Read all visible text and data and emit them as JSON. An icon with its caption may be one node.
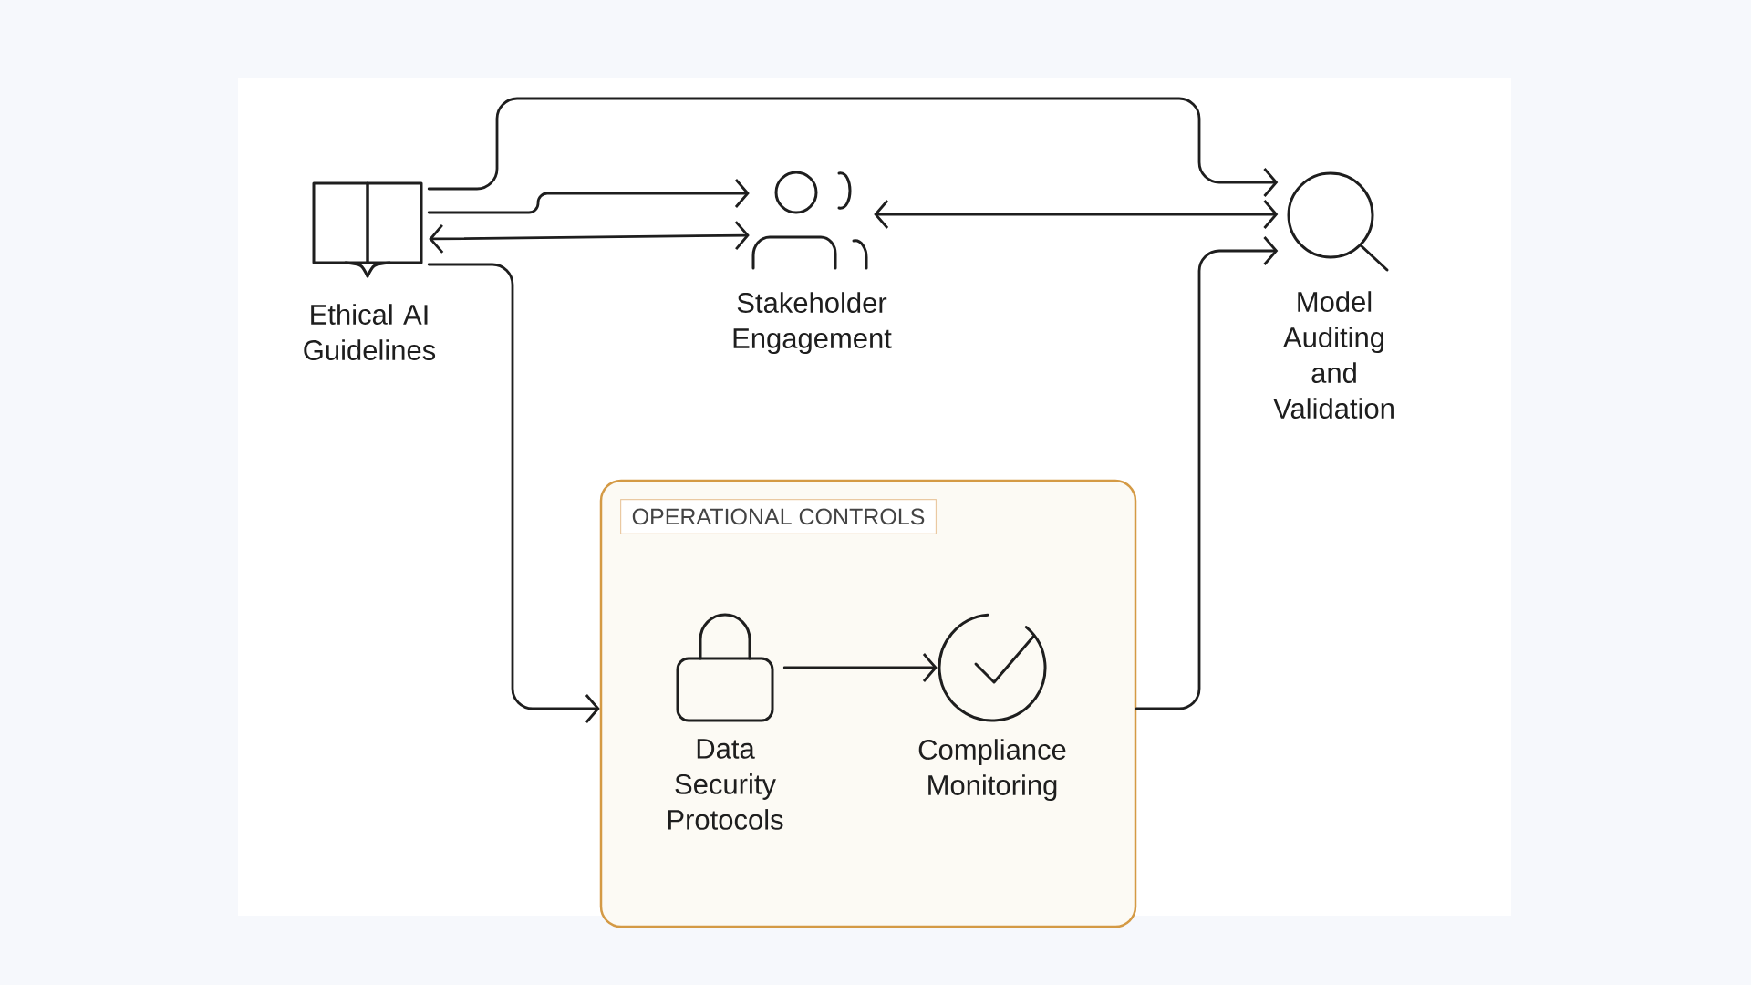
{
  "diagram": {
    "nodes": [
      {
        "text": [
          "Ethical AI Guidelines"
        ]
      },
      {
        "text": [
          "Stakeholder Engagement"
        ]
      },
      {
        "text": [
          "Model Auditing and Validation"
        ]
      },
      {
        "text": [
          "OPERATIONAL CONTROLS"
        ]
      },
      {
        "text": [
          "Data Security Protocols"
        ],
        "in": 3
      },
      {
        "text": [
          "Compliance Monitoring"
        ],
        "in": 3
      }
    ],
    "edges": [
      {
        "from": 0,
        "to": 2,
        "arrow": "to"
      },
      {
        "from": 0,
        "to": 1,
        "arrow": "to"
      },
      {
        "from": 0,
        "to": 1,
        "arrow": "both"
      },
      {
        "from": 2,
        "to": 1,
        "arrow": "both"
      },
      {
        "from": 0,
        "to": 3,
        "arrow": "to"
      },
      {
        "from": 3,
        "to": 2,
        "arrow": "to"
      },
      {
        "from": 4,
        "to": 5,
        "arrow": "to"
      }
    ]
  }
}
